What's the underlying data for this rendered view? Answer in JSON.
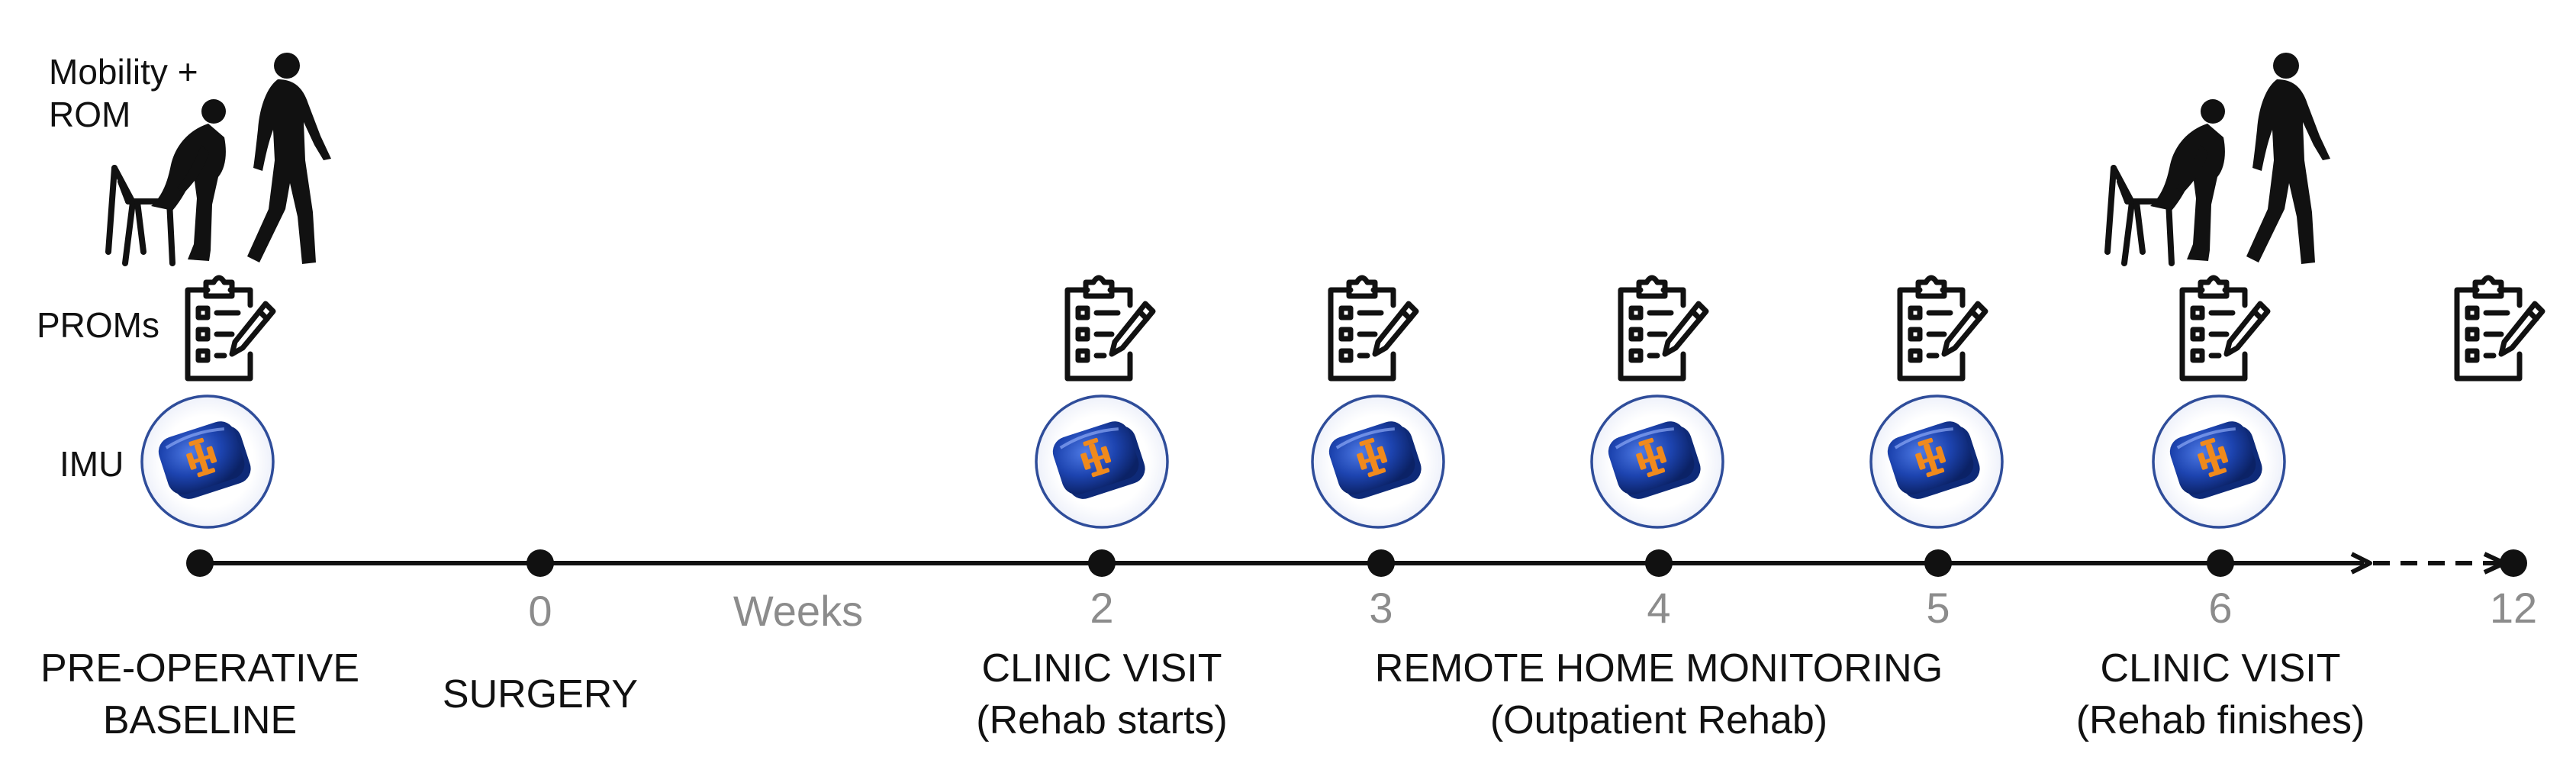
{
  "labels": {
    "mobility_line1": "Mobility +",
    "mobility_line2": "ROM",
    "proms": "PROMs",
    "imu": "IMU"
  },
  "timeline": {
    "ticks": [
      "0",
      "2",
      "3",
      "4",
      "5",
      "6",
      "12"
    ],
    "axis_label": "Weeks"
  },
  "captions": {
    "baseline": [
      "PRE-OPERATIVE",
      "BASELINE"
    ],
    "surgery": [
      "SURGERY"
    ],
    "clinic1": [
      "CLINIC VISIT",
      "(Rehab starts)"
    ],
    "remote": [
      "REMOTE HOME MONITORING",
      "(Outpatient Rehab)"
    ],
    "clinic2": [
      "CLINIC VISIT",
      "(Rehab finishes)"
    ]
  },
  "icons": {
    "mobility": "sit-to-stand-walking-silhouette-icon",
    "proms": "clipboard-checklist-pencil-icon",
    "imu": "imu-sensor-device-icon"
  },
  "colors": {
    "imu_body": "#1d44b0",
    "imu_accent": "#f08a1c",
    "circle_stroke": "#2f4d9a",
    "timeline": "#111111",
    "week_text": "#8c8c8c"
  }
}
